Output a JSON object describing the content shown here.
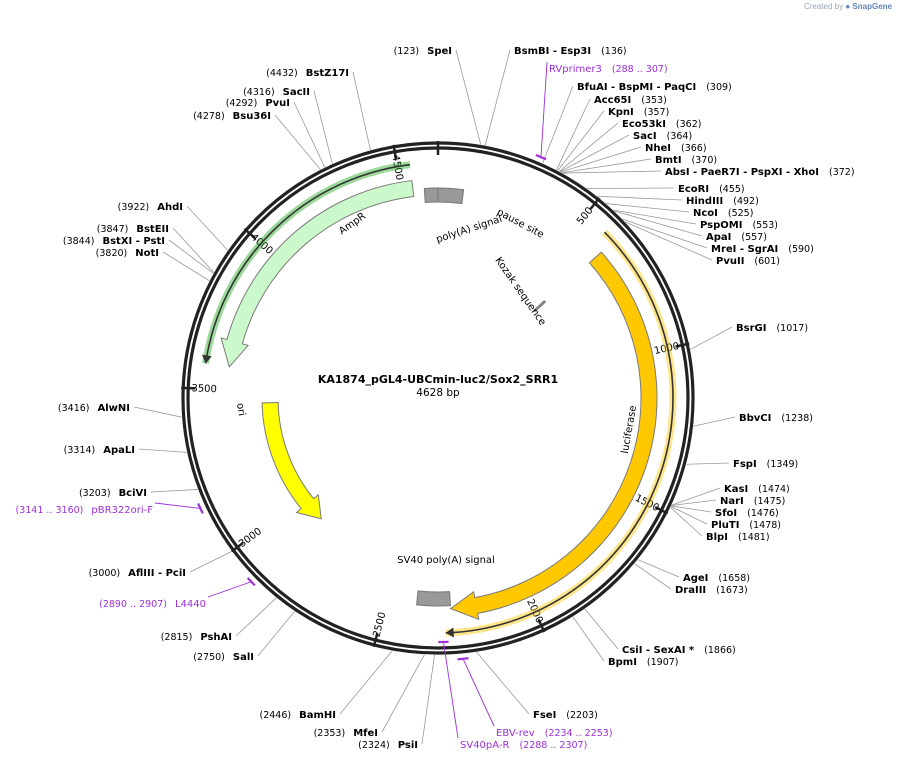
{
  "credit": {
    "prefix": "Created by",
    "brand": "SnapGene"
  },
  "plasmid": {
    "name": "KA1874_pGL4-UBCmin-luc2/Sox2_SRR1",
    "length": "4628 bp",
    "length_bp": 4628
  },
  "ticks": [
    {
      "bp": 500,
      "label": "500"
    },
    {
      "bp": 1000,
      "label": "1000"
    },
    {
      "bp": 1500,
      "label": "1500"
    },
    {
      "bp": 2000,
      "label": "2000"
    },
    {
      "bp": 2500,
      "label": "2500"
    },
    {
      "bp": 3000,
      "label": "3000"
    },
    {
      "bp": 3500,
      "label": "3500"
    },
    {
      "bp": 4000,
      "label": "4000"
    },
    {
      "bp": 4500,
      "label": "4500"
    }
  ],
  "features": [
    {
      "label": "AmpR",
      "start": 3580,
      "end": 4540,
      "color": "#ccf9cc",
      "stroke": "#7a7a7a",
      "dir": "ccw"
    },
    {
      "label": "ori",
      "start": 2880,
      "end": 3450,
      "color": "#ffff00",
      "stroke": "#7a7a7a",
      "dir": "ccw"
    },
    {
      "label": "luciferase",
      "start": 620,
      "end": 2270,
      "color": "#ffc800",
      "stroke": "#7a7a7a",
      "dir": "cw"
    },
    {
      "label": "SV40 poly(A) signal",
      "start": 2270,
      "end": 2390,
      "color": "#999999",
      "stroke": "#777777",
      "dir": "none"
    },
    {
      "label": "poly(A) signal",
      "start": 4580,
      "end": 4628,
      "color": "#999999",
      "stroke": "#777777",
      "dir": "none"
    },
    {
      "label": "pause site",
      "start": 0,
      "end": 90,
      "color": "#999999",
      "stroke": "#777777",
      "dir": "none"
    },
    {
      "label": "Kozak sequence",
      "start": 611,
      "end": 620,
      "color": "#999999",
      "stroke": "#777777",
      "dir": "none"
    }
  ],
  "orf_arcs": [
    {
      "start": 580,
      "end": 2290,
      "color": "#ffc800",
      "dir": "cw"
    },
    {
      "start": 3580,
      "end": 4540,
      "color": "#22aa22",
      "dir": "ccw"
    }
  ],
  "sites": [
    {
      "name": "SpeI",
      "pos": "(123)",
      "bp": 123
    },
    {
      "name": "BsmBI - Esp3I",
      "pos": "(136)",
      "bp": 136
    },
    {
      "name": "BfuAI - BspMI - PaqCI",
      "pos": "(309)",
      "bp": 309
    },
    {
      "name": "Acc65I",
      "pos": "(353)",
      "bp": 353
    },
    {
      "name": "KpnI",
      "pos": "(357)",
      "bp": 357
    },
    {
      "name": "Eco53kI",
      "pos": "(362)",
      "bp": 362
    },
    {
      "name": "SacI",
      "pos": "(364)",
      "bp": 364
    },
    {
      "name": "NheI",
      "pos": "(366)",
      "bp": 366
    },
    {
      "name": "BmtI",
      "pos": "(370)",
      "bp": 370
    },
    {
      "name": "AbsI - PaeR7I - PspXI - XhoI",
      "pos": "(372)",
      "bp": 372
    },
    {
      "name": "EcoRI",
      "pos": "(455)",
      "bp": 455
    },
    {
      "name": "HindIII",
      "pos": "(492)",
      "bp": 492
    },
    {
      "name": "NcoI",
      "pos": "(525)",
      "bp": 525
    },
    {
      "name": "PspOMI",
      "pos": "(553)",
      "bp": 553
    },
    {
      "name": "ApaI",
      "pos": "(557)",
      "bp": 557
    },
    {
      "name": "MreI - SgrAI",
      "pos": "(590)",
      "bp": 590
    },
    {
      "name": "PvuII",
      "pos": "(601)",
      "bp": 601
    },
    {
      "name": "BsrGI",
      "pos": "(1017)",
      "bp": 1017
    },
    {
      "name": "BbvCI",
      "pos": "(1238)",
      "bp": 1238
    },
    {
      "name": "FspI",
      "pos": "(1349)",
      "bp": 1349
    },
    {
      "name": "KasI",
      "pos": "(1474)",
      "bp": 1474
    },
    {
      "name": "NarI",
      "pos": "(1475)",
      "bp": 1475
    },
    {
      "name": "SfoI",
      "pos": "(1476)",
      "bp": 1476
    },
    {
      "name": "PluTI",
      "pos": "(1478)",
      "bp": 1478
    },
    {
      "name": "BlpI",
      "pos": "(1481)",
      "bp": 1481
    },
    {
      "name": "AgeI",
      "pos": "(1658)",
      "bp": 1658
    },
    {
      "name": "DraIII",
      "pos": "(1673)",
      "bp": 1673
    },
    {
      "name": "CsiI - SexAI *",
      "pos": "(1866)",
      "bp": 1866
    },
    {
      "name": "BpmI",
      "pos": "(1907)",
      "bp": 1907
    },
    {
      "name": "FseI",
      "pos": "(2203)",
      "bp": 2203
    },
    {
      "name": "PsiI",
      "pos": "(2324)",
      "bp": 2324
    },
    {
      "name": "MfeI",
      "pos": "(2353)",
      "bp": 2353
    },
    {
      "name": "BamHI",
      "pos": "(2446)",
      "bp": 2446
    },
    {
      "name": "SalI",
      "pos": "(2750)",
      "bp": 2750
    },
    {
      "name": "PshAI",
      "pos": "(2815)",
      "bp": 2815
    },
    {
      "name": "AflIII - PciI",
      "pos": "(3000)",
      "bp": 3000
    },
    {
      "name": "BciVI",
      "pos": "(3203)",
      "bp": 3203
    },
    {
      "name": "ApaLI",
      "pos": "(3314)",
      "bp": 3314
    },
    {
      "name": "AlwNI",
      "pos": "(3416)",
      "bp": 3416
    },
    {
      "name": "NotI",
      "pos": "(3820)",
      "bp": 3820
    },
    {
      "name": "BstXI - PstI",
      "pos": "(3844)",
      "bp": 3844
    },
    {
      "name": "BstEII",
      "pos": "(3847)",
      "bp": 3847
    },
    {
      "name": "AhdI",
      "pos": "(3922)",
      "bp": 3922
    },
    {
      "name": "Bsu36I",
      "pos": "(4278)",
      "bp": 4278
    },
    {
      "name": "PvuI",
      "pos": "(4292)",
      "bp": 4292
    },
    {
      "name": "SacII",
      "pos": "(4316)",
      "bp": 4316
    },
    {
      "name": "BstZ17I",
      "pos": "(4432)",
      "bp": 4432
    }
  ],
  "primers": [
    {
      "name": "RVprimer3",
      "pos": "(288 .. 307)",
      "start": 288,
      "end": 307
    },
    {
      "name": "EBV-rev",
      "pos": "(2234 .. 2253)",
      "start": 2234,
      "end": 2253
    },
    {
      "name": "SV40pA-R",
      "pos": "(2288 .. 2307)",
      "start": 2288,
      "end": 2307
    },
    {
      "name": "L4440",
      "pos": "(2890 .. 2907)",
      "start": 2890,
      "end": 2907
    },
    {
      "name": "pBR322ori-F",
      "pos": "(3141 .. 3160)",
      "start": 3141,
      "end": 3160
    }
  ]
}
